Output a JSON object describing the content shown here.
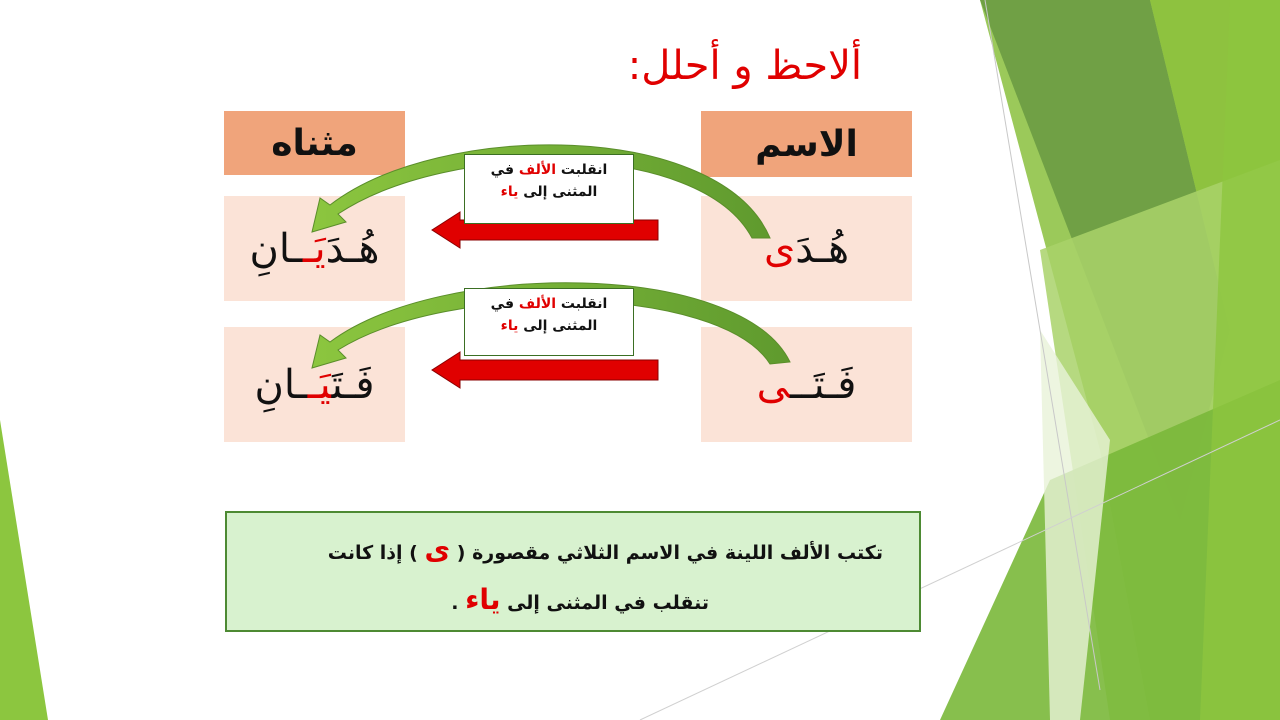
{
  "title": "ألاحظ و أحلل:",
  "table": {
    "col_name_header": "الاسم",
    "col_dual_header": "مثناه",
    "rows": [
      {
        "name_base": "هُـدَ",
        "name_alif": "ى",
        "dual_pre": "هُـدَ",
        "dual_ya": "يَـ",
        "dual_post": "ـانِ"
      },
      {
        "name_base": "فَـتَــ",
        "name_alif": "ى",
        "dual_pre": "فَـتَ",
        "dual_ya": "يَـ",
        "dual_post": "ـانِ"
      }
    ]
  },
  "notes": [
    {
      "part1": "انقلبت ",
      "alif": "الألف",
      "part2": " في",
      "part3": "المثنى إلى ",
      "ya": "ياء"
    },
    {
      "part1": "انقلبت ",
      "alif": "الألف",
      "part2": " في",
      "part3": "المثنى إلى ",
      "ya": "ياء"
    }
  ],
  "rule": {
    "line1_a": "تكتب الألف اللينة في الاسم  الثلاثي مقصورة ( ",
    "line1_letter": "ى",
    "line1_b": " ) إذا كانت",
    "line2_a": "تنقلب في المثنى إلى ",
    "line2_word": "ياء",
    "line2_b": " ."
  },
  "colors": {
    "accent_red": "#e00000",
    "header_bg": "#f0a47b",
    "cell_bg": "#fbe3d7",
    "rule_bg": "#d8f2cf",
    "green_dark": "#5f9a2e",
    "green_light": "#8cc63f"
  }
}
